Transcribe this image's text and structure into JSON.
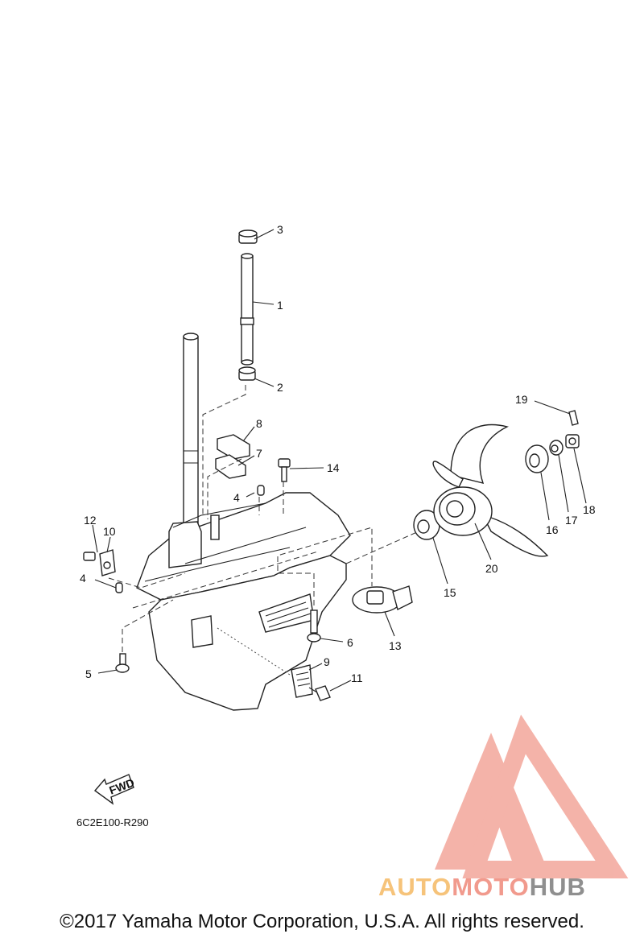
{
  "diagram": {
    "callouts": [
      "1",
      "2",
      "3",
      "4",
      "4",
      "5",
      "6",
      "7",
      "8",
      "9",
      "10",
      "11",
      "12",
      "13",
      "14",
      "15",
      "16",
      "17",
      "18",
      "19",
      "20"
    ],
    "fwd_label": "FWD",
    "drawing_code": "6C2E100-R290"
  },
  "watermark": {
    "brand_part1": "AUTO",
    "brand_part2": "MOTO",
    "brand_part3": "HUB",
    "colors": {
      "orange": "#f6c37a",
      "salmon": "#f19a8d",
      "grey": "#8f8f8f"
    }
  },
  "footer": {
    "copyright": "©2017 Yamaha Motor Corporation, U.S.A. All rights reserved."
  }
}
